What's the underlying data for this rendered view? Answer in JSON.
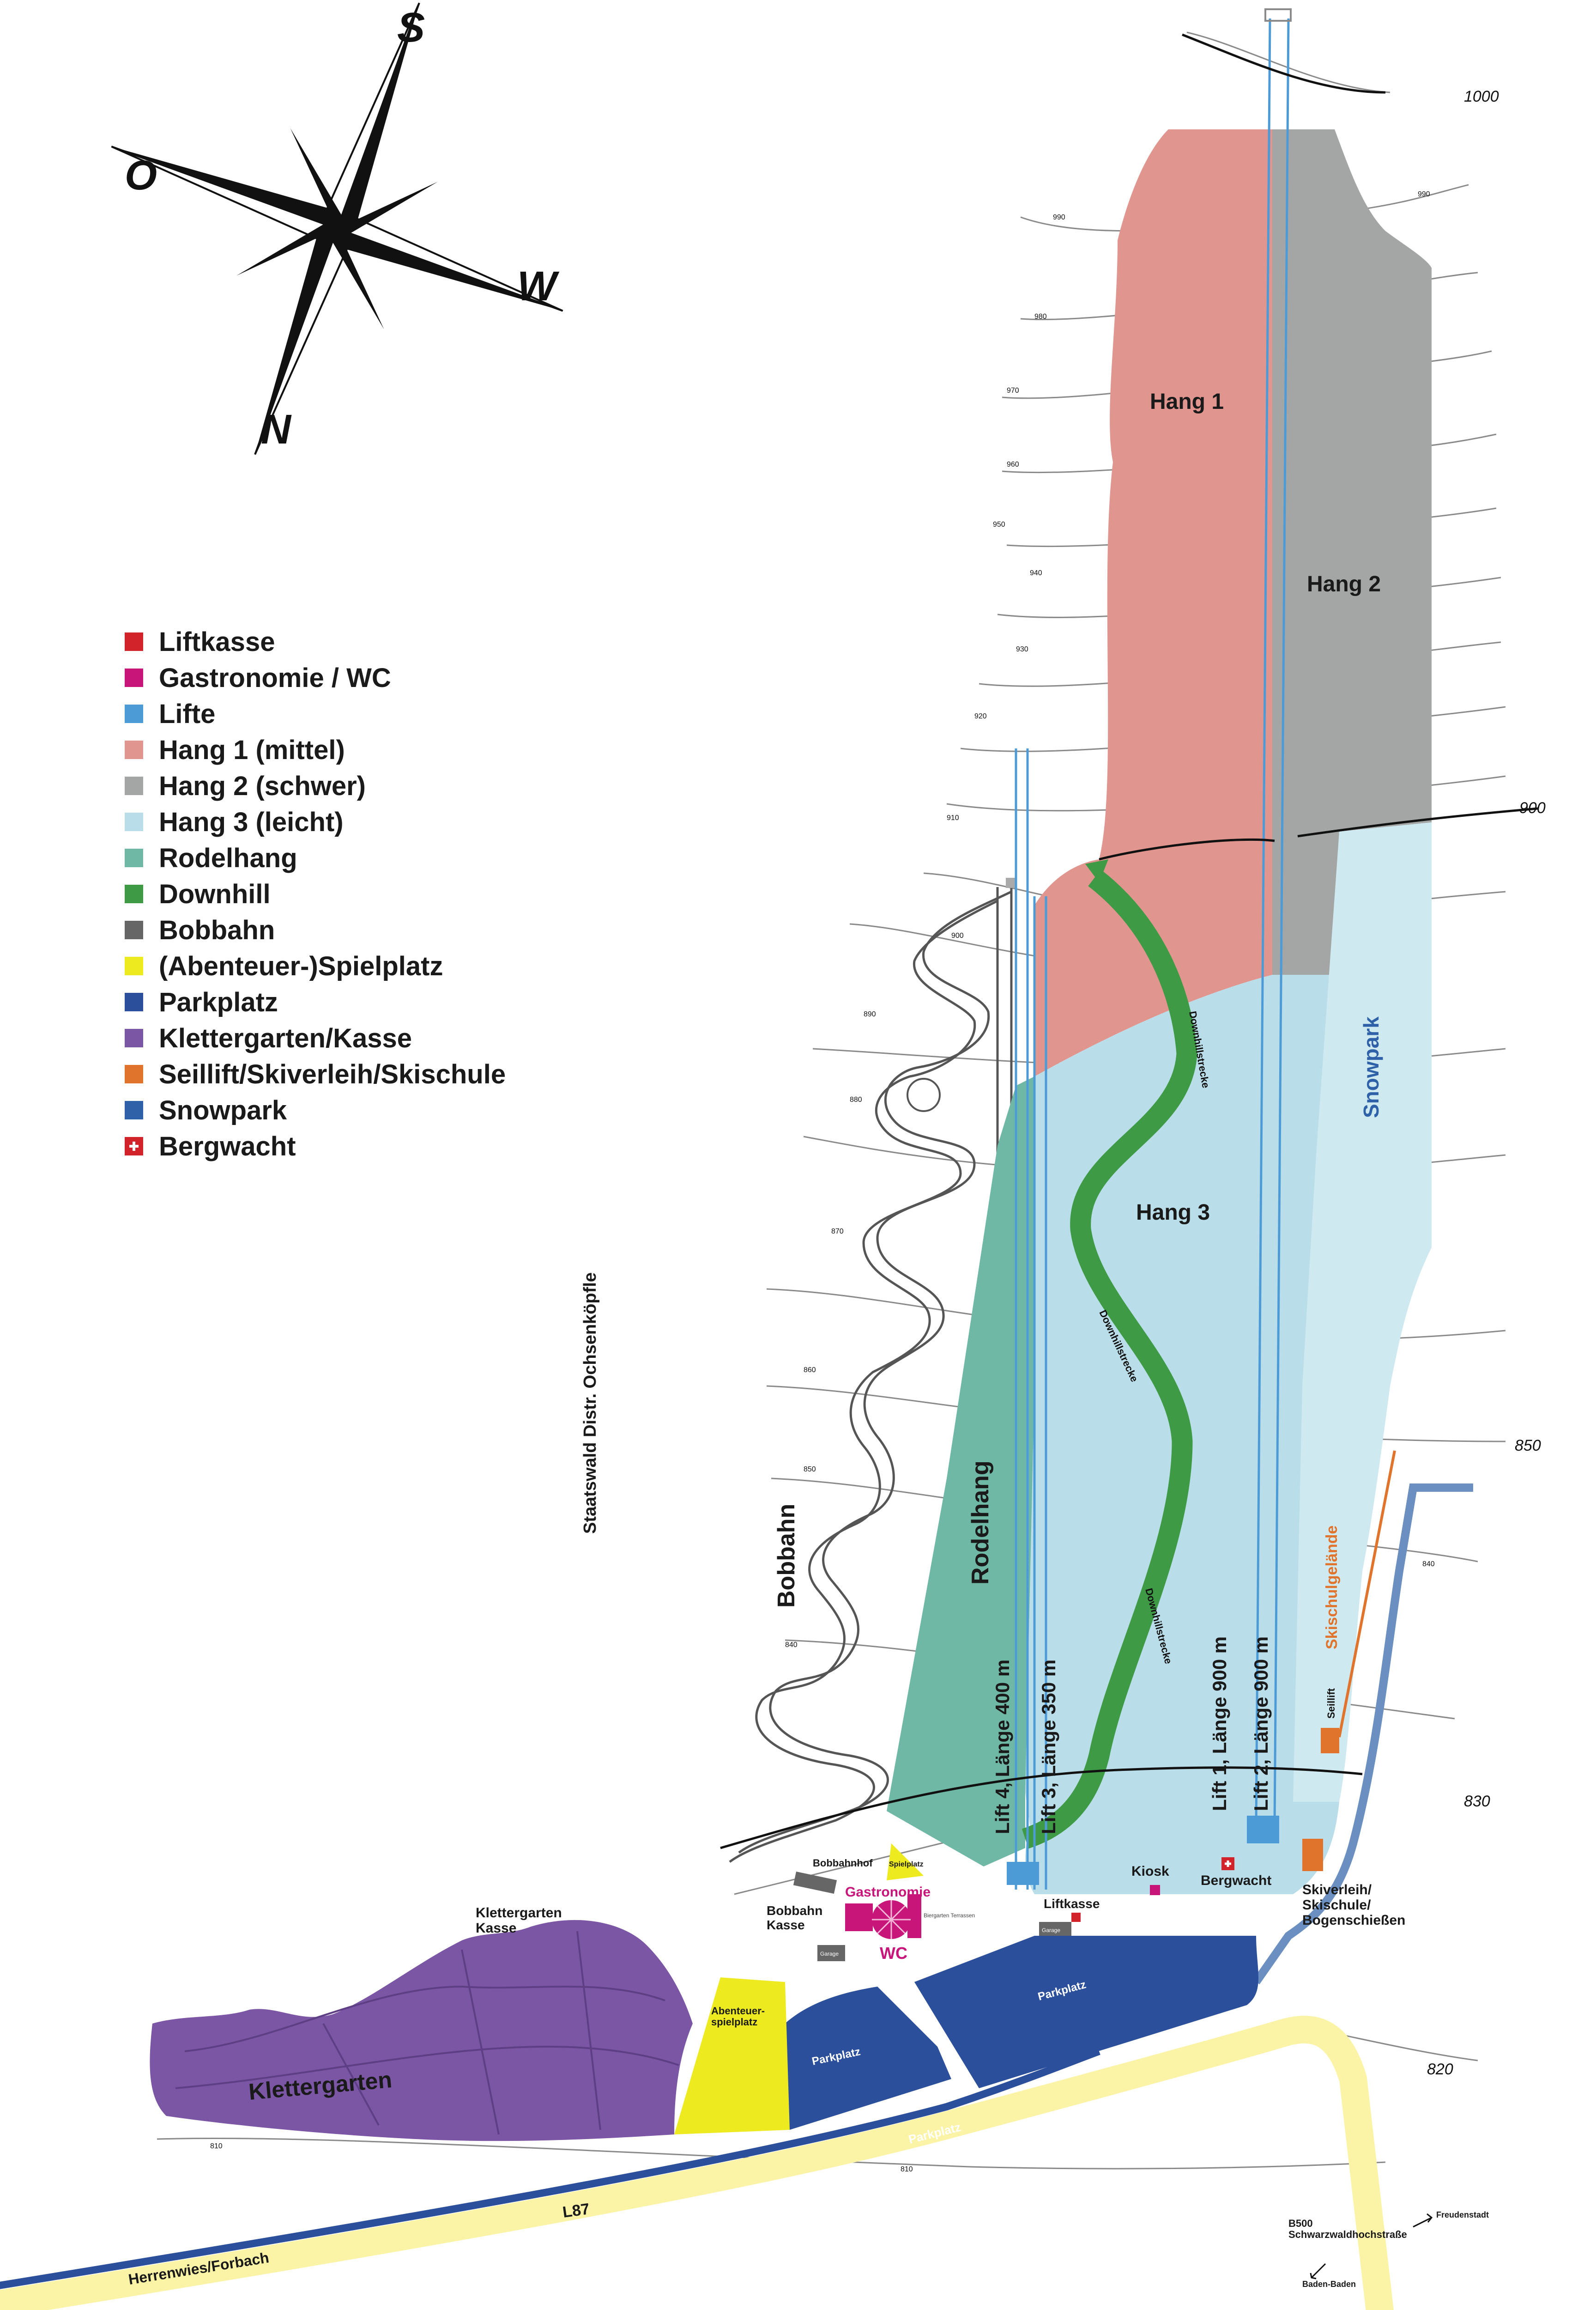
{
  "compass": {
    "north": "N",
    "south": "S",
    "west": "W",
    "east": "O"
  },
  "legend": [
    {
      "label": "Liftkasse",
      "color": "#d2232a"
    },
    {
      "label": "Gastronomie / WC",
      "color": "#c8157a"
    },
    {
      "label": "Lifte",
      "color": "#4d9bd6"
    },
    {
      "label": "Hang 1 (mittel)",
      "color": "#e0958f"
    },
    {
      "label": "Hang 2 (schwer)",
      "color": "#a4a6a6"
    },
    {
      "label": "Hang 3 (leicht)",
      "color": "#b9dde9"
    },
    {
      "label": "Rodelhang",
      "color": "#6fb8a6"
    },
    {
      "label": "Downhill",
      "color": "#3f9a46"
    },
    {
      "label": "Bobbahn",
      "color": "#666666"
    },
    {
      "label": "(Abenteuer-)Spielplatz",
      "color": "#eeea20"
    },
    {
      "label": "Parkplatz",
      "color": "#2c4f9b"
    },
    {
      "label": "Klettergarten/Kasse",
      "color": "#7b56a5"
    },
    {
      "label": "Seillift/Skiverleih/Skischule",
      "color": "#e0742c"
    },
    {
      "label": "Snowpark",
      "color": "#2f61a8"
    },
    {
      "label": "Bergwacht",
      "color": "#d2232a",
      "icon": "first-aid-cross-icon"
    }
  ],
  "areas": {
    "hang1": "Hang 1",
    "hang2": "Hang 2",
    "hang3": "Hang 3",
    "snowpark": "Snowpark",
    "rodelhang": "Rodelhang",
    "bobbahn": "Bobbahn",
    "forest": "Staatswald Distr. Ochsenköpfle",
    "skischulgelaende": "Skischulgelände",
    "seillift": "Seillift",
    "downhill": "Downhillstrecke",
    "klettergarten": "Klettergarten",
    "klettergarten_kasse": "Klettergarten\nKasse",
    "abenteuerspielplatz": "Abenteuer-\nspielplatz",
    "spielplatz": "Spielplatz",
    "parkplatz": "Parkplatz",
    "gastronomie": "Gastronomie",
    "wc": "WC",
    "bobbahnhof": "Bobbahnhof",
    "bobbahn_kasse": "Bobbahn\nKasse",
    "liftkasse": "Liftkasse",
    "kiosk": "Kiosk",
    "bergwacht": "Bergwacht",
    "skiverleih": "Skiverleih/\nSkischule/\nBogenschießen",
    "garage": "Garage",
    "garage2": "Garage",
    "biergarten": "Biergarten Terrassen"
  },
  "lifts": [
    "Lift 4, Länge 400 m",
    "Lift 3, Länge 350 m",
    "Lift 1, Länge 900 m",
    "Lift 2, Länge 900 m"
  ],
  "roads": {
    "l87": "L87",
    "herrenwies": "Herrenwies/Forbach",
    "parkplatz_road": "Parkplatz",
    "b500": "B500\nSchwarzwaldhochstraße",
    "freudenstadt": "Freudenstadt",
    "baden": "Baden-Baden"
  },
  "elevations": {
    "e1000": "1000",
    "e990a": "990",
    "e990b": "990",
    "e980": "980",
    "e970": "970",
    "e960": "960",
    "e950": "950",
    "e940": "940",
    "e930": "930",
    "e920": "920",
    "e910": "910",
    "e900": "900",
    "e900s": "900",
    "e890": "890",
    "e880": "880",
    "e870": "870",
    "e860": "860",
    "e850": "850",
    "e850s": "850",
    "e840": "840",
    "e840s": "840",
    "e830": "830",
    "e820": "820",
    "e810a": "810",
    "e810b": "810"
  }
}
